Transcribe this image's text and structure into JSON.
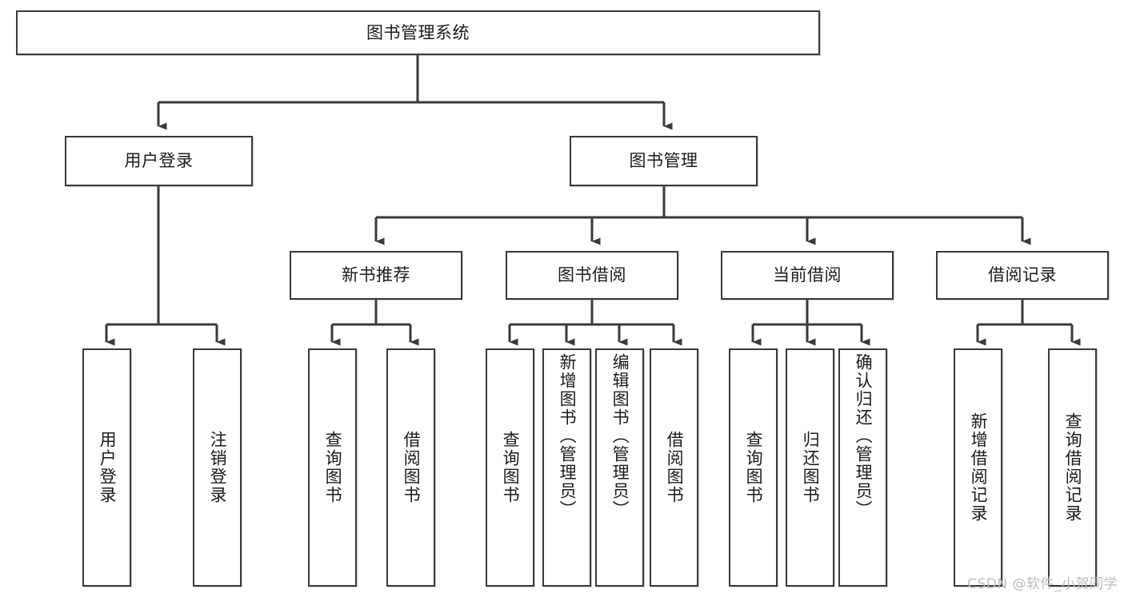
{
  "diagram": {
    "type": "tree-hierarchy-chart",
    "title": "图书管理系统",
    "watermark": "CSDN @软件_小贺同学",
    "colors": {
      "box_border": "#3a3a3a",
      "box_fill": "#ffffff",
      "text": "#1b1b1b",
      "edge": "#3a3a3a",
      "watermark": "#bdbdbd",
      "background": "#ffffff"
    },
    "nodes": {
      "root": {
        "label": "图书管理系统"
      },
      "level2": [
        {
          "label": "用户登录"
        },
        {
          "label": "图书管理"
        }
      ],
      "level3": [
        {
          "label": "新书推荐"
        },
        {
          "label": "图书借阅"
        },
        {
          "label": "当前借阅"
        },
        {
          "label": "借阅记录"
        }
      ],
      "leaves": {
        "user_login": [
          {
            "label": "用户登录"
          },
          {
            "label": "注销登录"
          }
        ],
        "new_book_recommend": [
          {
            "label": "查询图书"
          },
          {
            "label": "借阅图书"
          }
        ],
        "book_borrow": [
          {
            "label": "查询图书"
          },
          {
            "label": "新增图书（管理员）"
          },
          {
            "label": "编辑图书（管理员）"
          },
          {
            "label": "借阅图书"
          }
        ],
        "current_borrow": [
          {
            "label": "查询图书"
          },
          {
            "label": "归还图书"
          },
          {
            "label": "确认归还（管理员）"
          }
        ],
        "borrow_record": [
          {
            "label": "新增借阅记录"
          },
          {
            "label": "查询借阅记录"
          }
        ]
      }
    },
    "edges": [
      {
        "from": "图书管理系统",
        "to": "用户登录"
      },
      {
        "from": "图书管理系统",
        "to": "图书管理"
      },
      {
        "from": "用户登录",
        "to": "用户登录"
      },
      {
        "from": "用户登录",
        "to": "注销登录"
      },
      {
        "from": "图书管理",
        "to": "新书推荐"
      },
      {
        "from": "图书管理",
        "to": "图书借阅"
      },
      {
        "from": "图书管理",
        "to": "当前借阅"
      },
      {
        "from": "图书管理",
        "to": "借阅记录"
      },
      {
        "from": "新书推荐",
        "to": "查询图书"
      },
      {
        "from": "新书推荐",
        "to": "借阅图书"
      },
      {
        "from": "图书借阅",
        "to": "查询图书"
      },
      {
        "from": "图书借阅",
        "to": "新增图书（管理员）"
      },
      {
        "from": "图书借阅",
        "to": "编辑图书（管理员）"
      },
      {
        "from": "图书借阅",
        "to": "借阅图书"
      },
      {
        "from": "当前借阅",
        "to": "查询图书"
      },
      {
        "from": "当前借阅",
        "to": "归还图书"
      },
      {
        "from": "当前借阅",
        "to": "确认归还（管理员）"
      },
      {
        "from": "借阅记录",
        "to": "新增借阅记录"
      },
      {
        "from": "借阅记录",
        "to": "查询借阅记录"
      }
    ]
  }
}
